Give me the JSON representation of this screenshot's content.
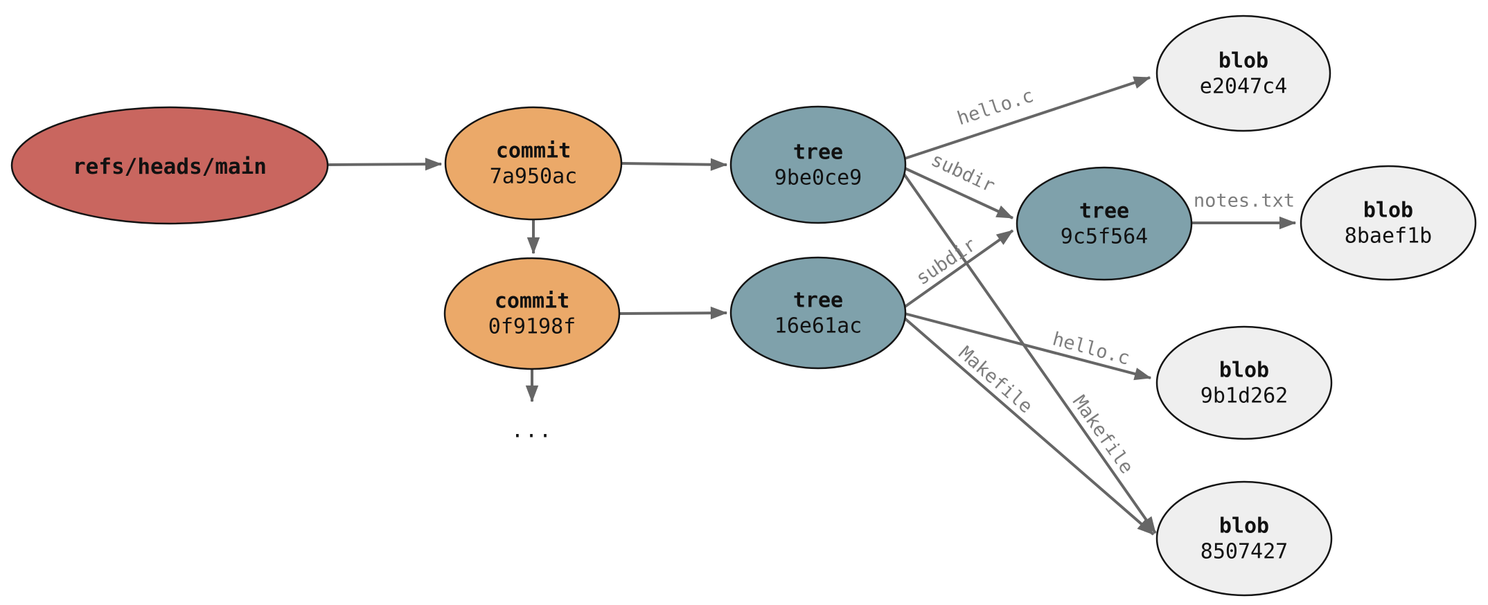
{
  "diagram": {
    "kind": "git-object-graph",
    "colors": {
      "ref_fill": "#c9665f",
      "commit_fill": "#eba969",
      "tree_fill": "#7fa1ab",
      "blob_fill": "#efefef",
      "node_stroke": "#141414",
      "edge_stroke": "#666666",
      "edge_label": "#7d7d7d",
      "node_text": "#111111",
      "background": "#ffffff"
    },
    "nodes": {
      "ref_main": {
        "label": "refs/heads/main"
      },
      "commit_1": {
        "type": "commit",
        "hash": "7a950ac"
      },
      "commit_2": {
        "type": "commit",
        "hash": "0f9198f"
      },
      "tree_1": {
        "type": "tree",
        "hash": "9be0ce9"
      },
      "tree_2": {
        "type": "tree",
        "hash": "16e61ac"
      },
      "tree_3": {
        "type": "tree",
        "hash": "9c5f564"
      },
      "blob_1": {
        "type": "blob",
        "hash": "e2047c4"
      },
      "blob_2": {
        "type": "blob",
        "hash": "8baef1b"
      },
      "blob_3": {
        "type": "blob",
        "hash": "9b1d262"
      },
      "blob_4": {
        "type": "blob",
        "hash": "8507427"
      }
    },
    "edge_labels": {
      "tree1_to_blob1": "hello.c",
      "tree1_to_tree3": "subdir",
      "tree1_to_blob4": "Makefile",
      "tree2_to_tree3": "subdir",
      "tree2_to_blob3": "hello.c",
      "tree2_to_blob4": "Makefile",
      "tree3_to_blob2": "notes.txt"
    },
    "ellipsis": "..."
  }
}
